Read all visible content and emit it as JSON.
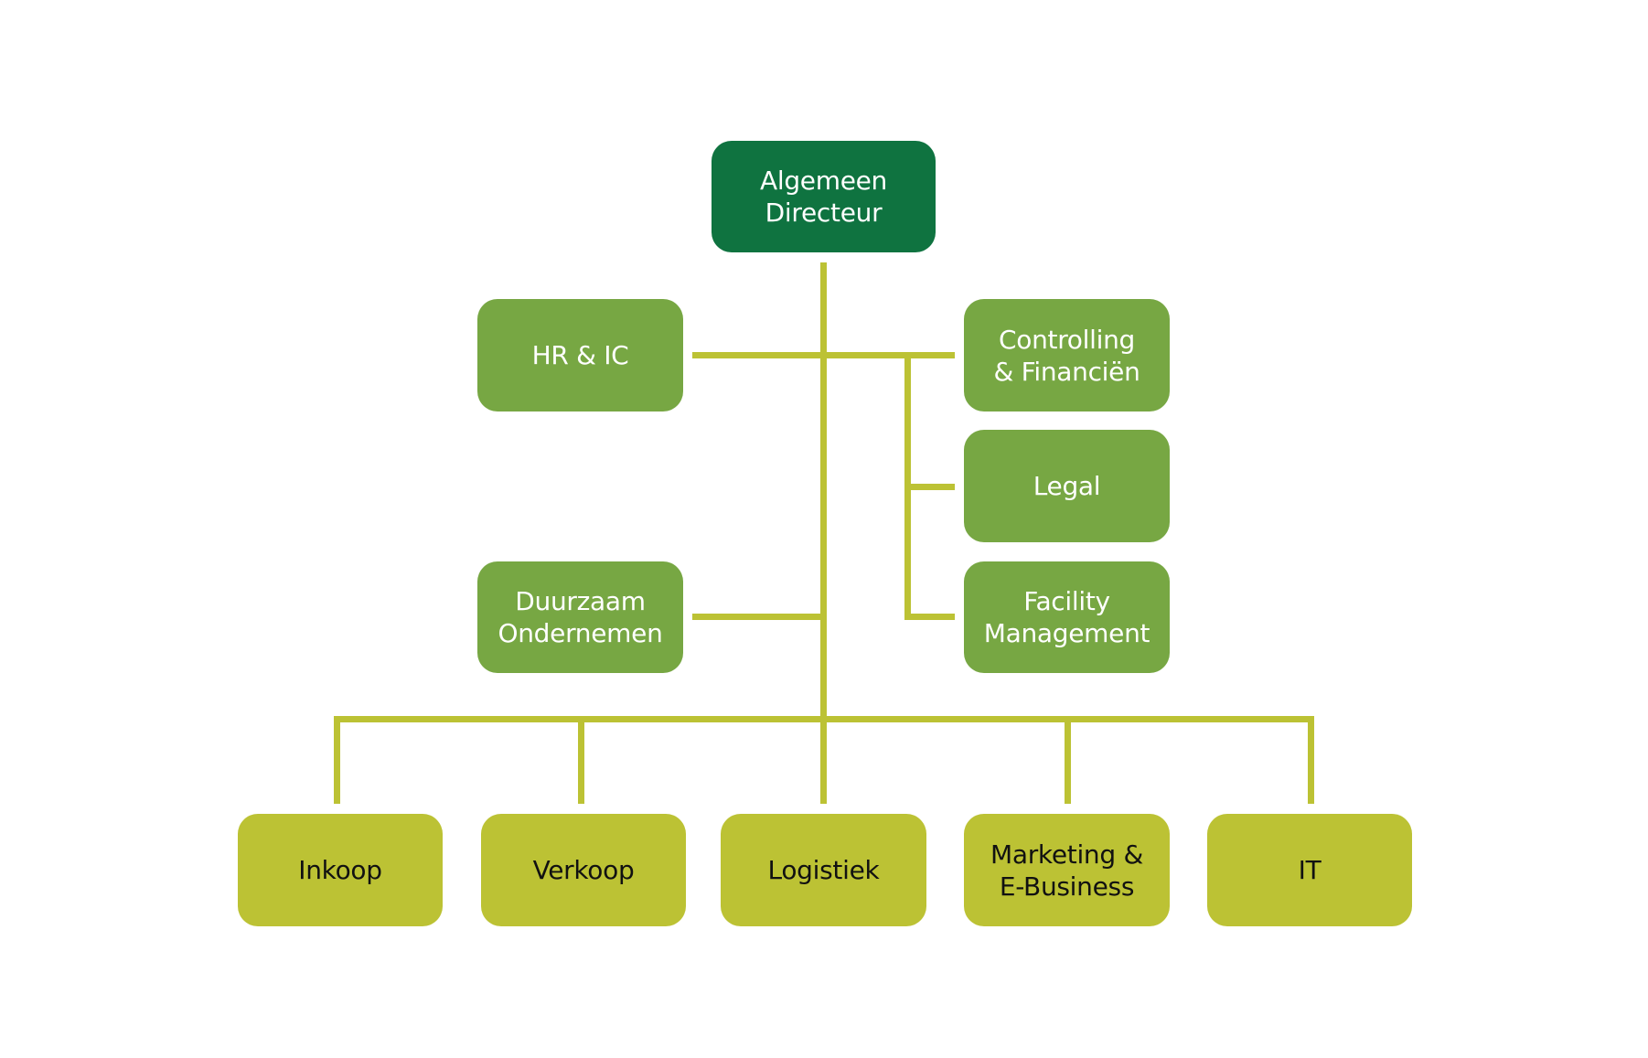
{
  "diagram": {
    "type": "org-chart",
    "colors": {
      "top": "#0f7340",
      "staff": "#77a743",
      "departments": "#bcc234",
      "connectors": "#bcc234"
    },
    "root": {
      "label": "Algemeen\nDirecteur"
    },
    "staff_left": [
      {
        "label": "HR & IC"
      },
      {
        "label": "Duurzaam\nOndernemen"
      }
    ],
    "staff_right": [
      {
        "label": "Controlling\n& Financiën"
      },
      {
        "label": "Legal"
      },
      {
        "label": "Facility\nManagement"
      }
    ],
    "departments": [
      {
        "label": "Inkoop"
      },
      {
        "label": "Verkoop"
      },
      {
        "label": "Logistiek"
      },
      {
        "label": "Marketing &\nE-Business"
      },
      {
        "label": "IT"
      }
    ]
  }
}
